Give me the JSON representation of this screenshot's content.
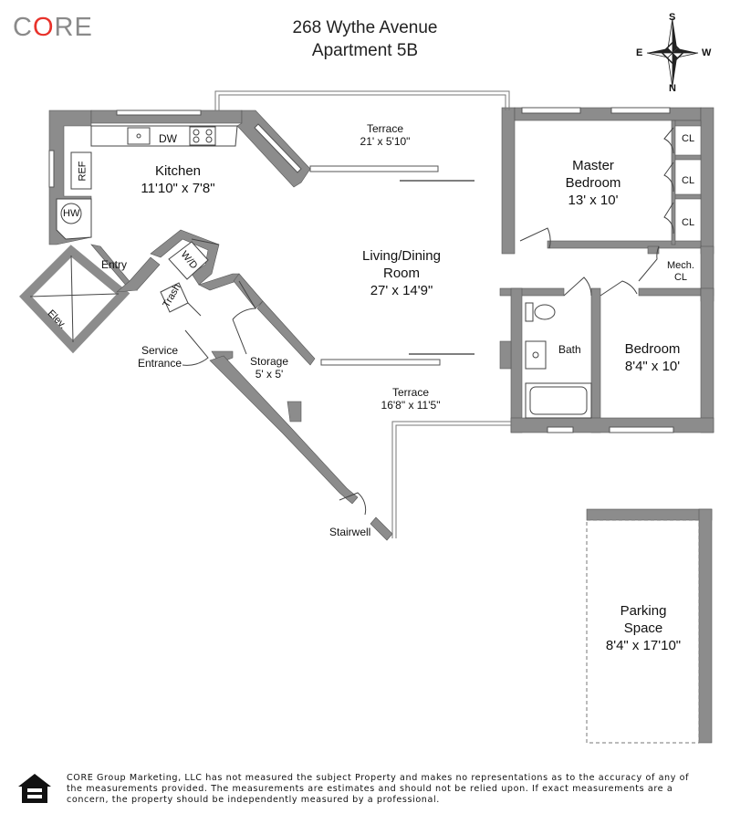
{
  "brand": {
    "logo_prefix": "C",
    "logo_o": "O",
    "logo_suffix": "RE"
  },
  "header": {
    "address": "268 Wythe Avenue",
    "unit": "Apartment 5B"
  },
  "compass": {
    "north": "N",
    "south": "S",
    "east": "E",
    "west": "W"
  },
  "rooms": {
    "kitchen": {
      "name": "Kitchen",
      "size": "11'10\" x 7'8\""
    },
    "living": {
      "name_line1": "Living/Dining",
      "name_line2": "Room",
      "size": "27' x 14'9\""
    },
    "master": {
      "name_line1": "Master",
      "name_line2": "Bedroom",
      "size": "13' x 10'"
    },
    "bedroom": {
      "name": "Bedroom",
      "size": "8'4\" x 10'"
    },
    "terrace_top": {
      "name": "Terrace",
      "size": "21' x 5'10\""
    },
    "terrace_bottom": {
      "name": "Terrace",
      "size": "16'8\" x 11'5\""
    },
    "storage": {
      "name": "Storage",
      "size": "5' x 5'"
    },
    "parking": {
      "name_line1": "Parking",
      "name_line2": "Space",
      "size": "8'4\" x 17'10\""
    }
  },
  "fixtures": {
    "dw": "DW",
    "ref": "REF",
    "hw": "HW",
    "wd": "W/D",
    "trash": "Trash",
    "elev": "Elev.",
    "entry": "Entry",
    "service_line1": "Service",
    "service_line2": "Entrance",
    "stairwell": "Stairwell",
    "bath": "Bath",
    "cl": "CL",
    "mech_line1": "Mech.",
    "mech_line2": "CL"
  },
  "disclaimer": "CORE Group Marketing, LLC has not measured the subject Property and makes no representations as to the accuracy of any of the measurements provided. The measurements are estimates and should not be relied upon. If exact measurements are a concern, the property should be independently measured by a professional.",
  "colors": {
    "wall": "#8c8c8c",
    "logo_accent": "#e8322b",
    "logo_gray": "#8a8a8a"
  }
}
